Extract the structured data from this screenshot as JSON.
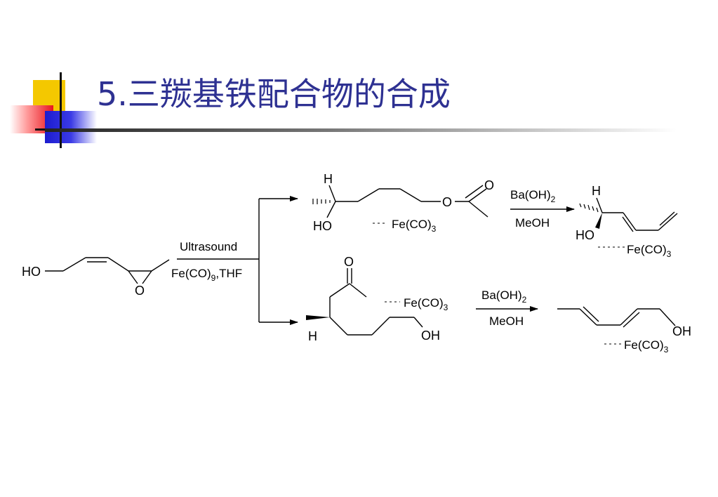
{
  "title": "5.三羰基铁配合物的合成",
  "labels": {
    "sm_ho": "HO",
    "sm_o": "O",
    "cond1_top": "Ultrasound",
    "cond1_bottom": "Fe(CO)9,THF",
    "p1_h": "H",
    "p1_ho": "HO",
    "p1_o_ring": "O",
    "p1_o_carbonyl": "O",
    "p1_fe": "Fe(CO)3",
    "cond2_top": "Ba(OH)2",
    "cond2_bottom": "MeOH",
    "p2_h": "H",
    "p2_ho": "HO",
    "p2_fe": "Fe(CO)3",
    "p3_o": "O",
    "p3_h": "H",
    "p3_oh": "OH",
    "p3_fe": "Fe(CO)3",
    "cond3_top": "Ba(OH)2",
    "cond3_bottom": "MeOH",
    "p4_oh": "OH",
    "p4_fe": "Fe(CO)3"
  }
}
